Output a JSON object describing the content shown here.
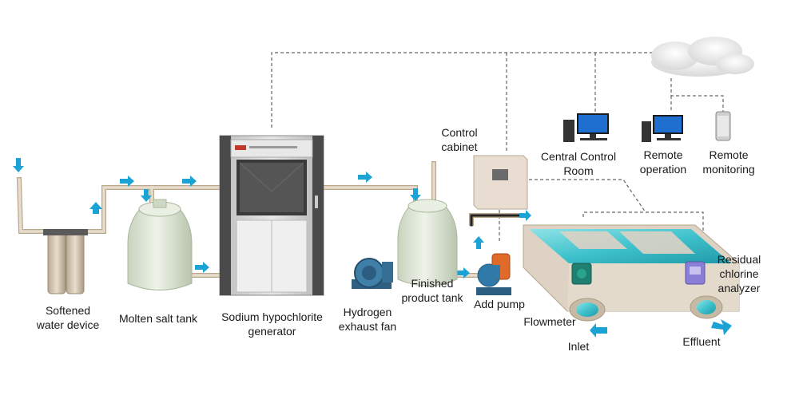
{
  "labels": {
    "softened_water_device": [
      "Softened",
      "water device"
    ],
    "molten_salt_tank": [
      "Molten salt tank"
    ],
    "sodium_hypochlorite_generator": [
      "Sodium hypochlorite",
      "generator"
    ],
    "hydrogen_exhaust_fan": [
      "Hydrogen",
      "exhaust fan"
    ],
    "finished_product_tank": [
      "Finished",
      "product tank"
    ],
    "add_pump": [
      "Add pump"
    ],
    "control_cabinet": [
      "Control",
      "cabinet"
    ],
    "central_control_room": [
      "Central Control",
      "Room"
    ],
    "remote_operation": [
      "Remote",
      "operation"
    ],
    "remote_monitoring": [
      "Remote",
      "monitoring"
    ],
    "residual_chlorine_analyzer": [
      "Residual",
      "chlorine",
      "analyzer"
    ],
    "flowmeter": [
      "Flowmeter"
    ],
    "inlet": [
      "Inlet"
    ],
    "effluent": [
      "Effluent"
    ]
  },
  "colors": {
    "pipe": "#e2d6c4",
    "pipe_edge": "#b9a78c",
    "arrow": "#1aa3d4",
    "dashed_line": "#666666",
    "tank": "#dce6d3",
    "generator_body": "#d8d8d8",
    "generator_dark": "#4a4a4a",
    "water": "#4fd0d8",
    "cabinet": "#e8ddd0",
    "pool": "#ddd2c4",
    "pump": "#2f7aa8",
    "motor": "#e06a2a"
  }
}
